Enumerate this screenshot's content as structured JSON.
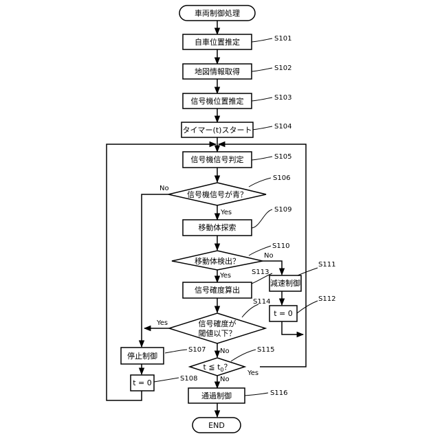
{
  "flowchart": {
    "start": "車両制御処理",
    "end": "END",
    "s101": {
      "label": "自車位置推定",
      "step": "S101"
    },
    "s102": {
      "label": "地図情報取得",
      "step": "S102"
    },
    "s103": {
      "label": "信号機位置推定",
      "step": "S103"
    },
    "s104": {
      "label": "タイマー(t)スタート",
      "step": "S104"
    },
    "s105": {
      "label": "信号機信号判定",
      "step": "S105"
    },
    "s106": {
      "label": "信号機信号が青？",
      "step": "S106",
      "yes": "Yes",
      "no": "No"
    },
    "s109": {
      "label": "移動体探索",
      "step": "S109"
    },
    "s110": {
      "label": "移動体検出？",
      "step": "S110",
      "yes": "Yes",
      "no": "No"
    },
    "s111": {
      "label": "減速制御",
      "step": "S111"
    },
    "s112": {
      "label": "t = 0",
      "step": "S112"
    },
    "s113": {
      "label": "信号確度算出",
      "step": "S113"
    },
    "s114": {
      "label_line1": "信号確度が",
      "label_line2": "閾値以下？",
      "step": "S114",
      "yes": "Yes",
      "no": "No"
    },
    "s107": {
      "label": "停止制御",
      "step": "S107"
    },
    "s108": {
      "label": "t = 0",
      "step": "S108"
    },
    "s115": {
      "label_t": "t",
      "label_le": "≦",
      "label_t0": "t",
      "label_sub": "0",
      "label_q": "？",
      "step": "S115",
      "yes": "Yes",
      "no": "No"
    },
    "s116": {
      "label": "通過制御",
      "step": "S116"
    }
  }
}
